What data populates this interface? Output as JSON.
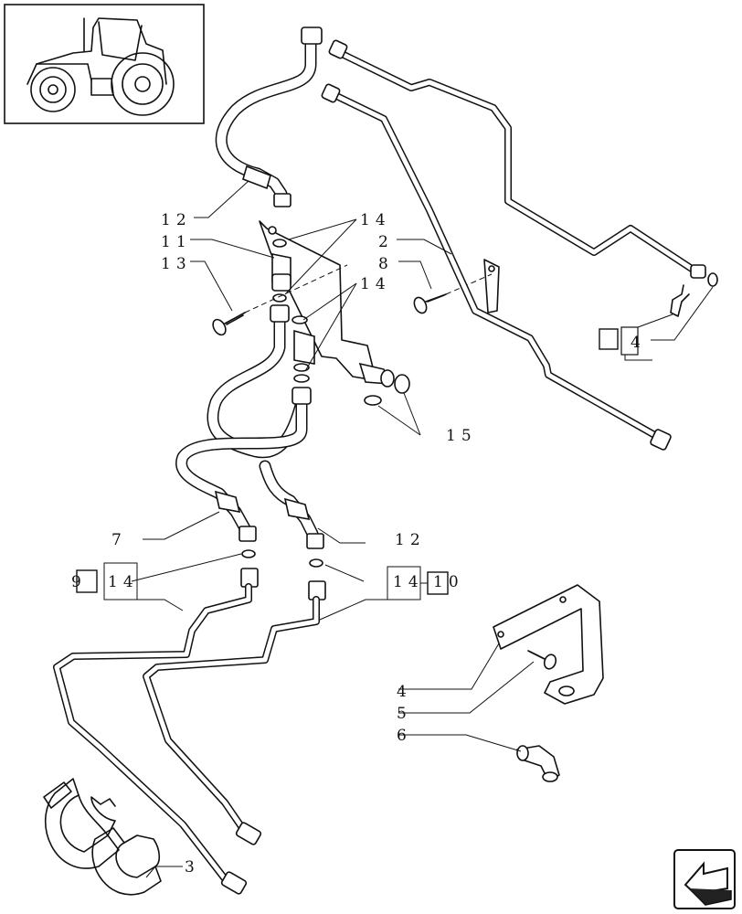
{
  "callouts": {
    "c12a": "12",
    "c14a": "14",
    "c11": "11",
    "c2": "2",
    "c13": "13",
    "c8": "8",
    "c14b": "14",
    "c4a": "4",
    "c15": "15",
    "c7": "7",
    "c12b": "12",
    "c9": "9",
    "c14c": "14",
    "c14d": "14",
    "c10": "10",
    "c4b": "4",
    "c5": "5",
    "c6": "6",
    "c3": "3"
  },
  "icons": {
    "thumbnail": "tractor-thumbnail-icon",
    "nav": "next-page-arrow-icon",
    "ref_box": "reference-box-icon"
  }
}
